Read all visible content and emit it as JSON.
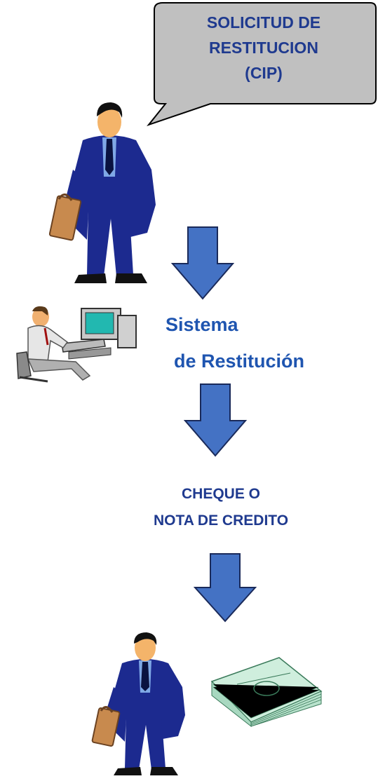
{
  "bubble": {
    "line1": "SOLICITUD DE",
    "line2": "RESTITUCION",
    "line3": "(CIP)"
  },
  "system": {
    "line1": "Sistema",
    "line2": "de Restitución"
  },
  "output": {
    "line1": "CHEQUE O",
    "line2": "NOTA DE CREDITO"
  },
  "colors": {
    "arrow": "#4472c4",
    "suit": "#1c2a8f",
    "bubble": "#c0c0c0",
    "text": "#1f3a8f"
  }
}
